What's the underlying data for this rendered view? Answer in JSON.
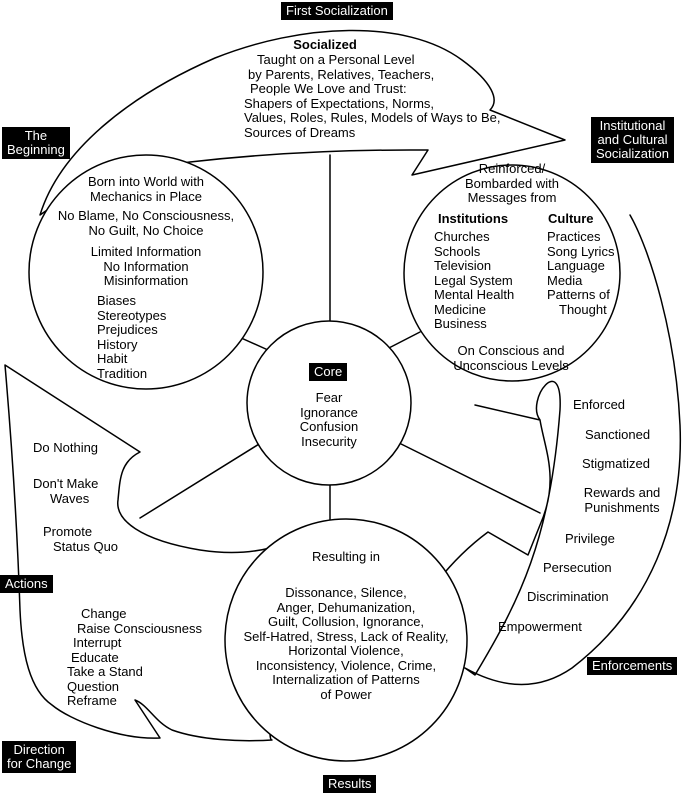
{
  "labels": {
    "first_socialization": "First Socialization",
    "the_beginning": [
      "The",
      "Beginning"
    ],
    "institutional": [
      "Institutional",
      "and Cultural",
      "Socialization"
    ],
    "core": "Core",
    "actions": "Actions",
    "enforcements": "Enforcements",
    "direction_for_change": [
      "Direction",
      "for Change"
    ],
    "results": "Results"
  },
  "socialized": {
    "heading": "Socialized",
    "lines": [
      "Taught on a Personal Level",
      "by Parents, Relatives, Teachers,",
      "People We Love and Trust:",
      "Shapers of Expectations, Norms,",
      "Values, Roles, Rules, Models of Ways to Be,",
      "Sources of Dreams"
    ]
  },
  "beginning_circle": {
    "group1": [
      "Born into World with",
      "Mechanics in Place"
    ],
    "group2": [
      "No Blame, No Consciousness,",
      "No Guilt, No Choice"
    ],
    "group3": [
      "Limited Information",
      "No Information",
      "Misinformation"
    ],
    "list": [
      "Biases",
      "Stereotypes",
      "Prejudices",
      "History",
      "Habit",
      "Tradition"
    ]
  },
  "institutional_circle": {
    "intro": [
      "Reinforced/",
      "Bombarded with",
      "Messages from"
    ],
    "institutions_heading": "Institutions",
    "institutions": [
      "Churches",
      "Schools",
      "Television",
      "Legal System",
      "Mental Health",
      "Medicine",
      "Business"
    ],
    "culture_heading": "Culture",
    "culture": [
      "Practices",
      "Song Lyrics",
      "Language",
      "Media",
      "Patterns of",
      "Thought"
    ],
    "levels": [
      "On Conscious and",
      "Unconscious Levels"
    ]
  },
  "core_circle": {
    "items": [
      "Fear",
      "Ignorance",
      "Confusion",
      "Insecurity"
    ]
  },
  "actions_items": {
    "do_nothing": "Do Nothing",
    "dont_make_waves": [
      "Don't Make",
      "Waves"
    ],
    "promote": [
      "Promote",
      "Status Quo"
    ]
  },
  "enforcements_items": {
    "enforced": "Enforced",
    "sanctioned": "Sanctioned",
    "stigmatized": "Stigmatized",
    "rewards": [
      "Rewards and",
      "Punishments"
    ],
    "privilege": "Privilege",
    "persecution": "Persecution",
    "discrimination": "Discrimination",
    "empowerment": "Empowerment"
  },
  "change_items": [
    "Change",
    "Raise Consciousness",
    "Interrupt",
    "Educate",
    "Take a Stand",
    "Question",
    "Reframe"
  ],
  "results_circle": {
    "heading": "Resulting in",
    "lines": [
      "Dissonance, Silence,",
      "Anger, Dehumanization,",
      "Guilt, Collusion, Ignorance,",
      "Self-Hatred, Stress, Lack of Reality,",
      "Horizontal Violence,",
      "Inconsistency, Violence, Crime,",
      "Internalization of Patterns",
      "of Power"
    ]
  }
}
